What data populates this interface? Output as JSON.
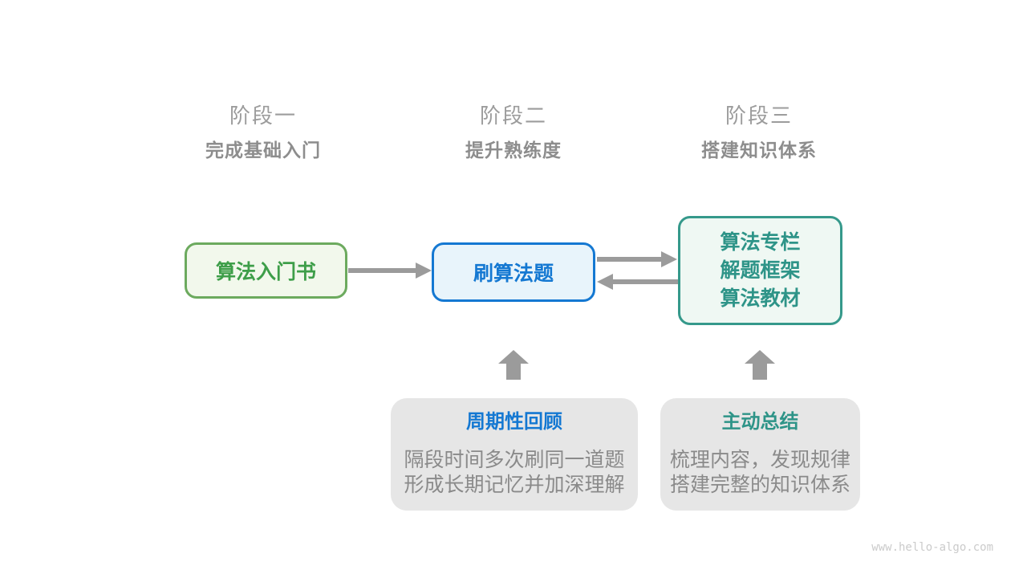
{
  "page": {
    "background": "#ffffff",
    "watermark": "www.hello-algo.com"
  },
  "stages": [
    {
      "title": "阶段一",
      "subtitle": "完成基础入门"
    },
    {
      "title": "阶段二",
      "subtitle": "提升熟练度"
    },
    {
      "title": "阶段三",
      "subtitle": "搭建知识体系"
    }
  ],
  "nodes": {
    "intro_book": {
      "label": "算法入门书",
      "border_color": "#6caa5e",
      "fill_color": "#f2f8ec",
      "text_color": "#3e9e49"
    },
    "practice": {
      "label": "刷算法题",
      "border_color": "#1478d2",
      "fill_color": "#e8f4fb",
      "text_color": "#1478d2"
    },
    "resources": {
      "lines": [
        "算法专栏",
        "解题框架",
        "算法教材"
      ],
      "border_color": "#35998b",
      "fill_color": "#eff8f3",
      "text_color": "#2e9488"
    }
  },
  "notes": [
    {
      "title": "周期性回顾",
      "title_color": "#1478d2",
      "lines": [
        "隔段时间多次刷同一道题",
        "形成长期记忆并加深理解"
      ]
    },
    {
      "title": "主动总结",
      "title_color": "#2e9488",
      "lines": [
        "梳理内容，发现规律",
        "搭建完整的知识体系"
      ]
    }
  ],
  "colors": {
    "arrow": "#9b9b9b",
    "note_background": "#e6e6e6",
    "note_body_text": "#8a8a8a",
    "stage_title": "#9c9c9c",
    "stage_subtitle": "#8d8d8d",
    "watermark": "#cbcbcb"
  }
}
